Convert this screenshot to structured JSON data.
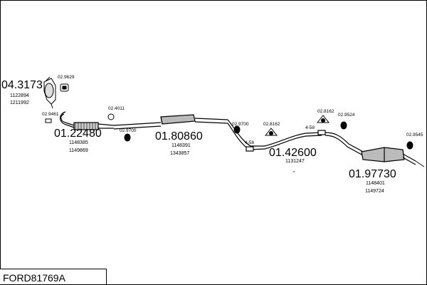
{
  "diagram_code": "FORD81769A",
  "parts": [
    {
      "number": "04.3173",
      "refs": [
        "1122894",
        "1211992"
      ]
    },
    {
      "number": "01.22480",
      "refs": [
        "1148385",
        "1149869"
      ]
    },
    {
      "number": "01.80860",
      "refs": [
        "1148391",
        "1343857"
      ]
    },
    {
      "number": "01.42600",
      "refs": [
        "1131247"
      ]
    },
    {
      "number": "01.97730",
      "refs": [
        "1148401",
        "1149724"
      ]
    }
  ],
  "accessories": [
    "02.9629",
    "02.9461",
    "02.4011",
    "02.9700",
    "02.9700",
    "02.8162",
    "02.8162",
    "02.9524",
    "02.9545"
  ],
  "clamps": [
    "4-58",
    "4-58"
  ]
}
